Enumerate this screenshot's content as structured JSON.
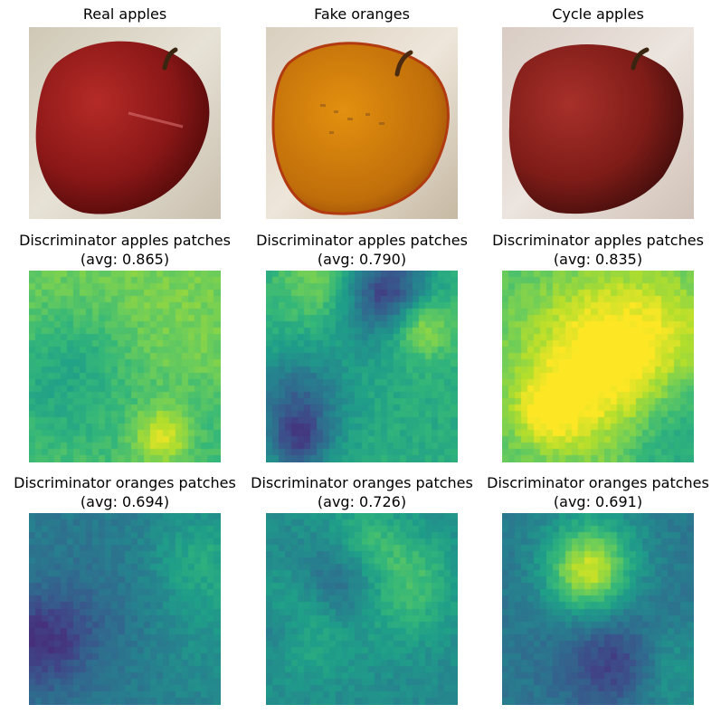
{
  "row1": {
    "real_title": "Real apples",
    "fake_title": "Fake oranges",
    "cycle_title": "Cycle apples"
  },
  "row2": [
    {
      "line1": "Discriminator apples patches",
      "line2": "(avg: 0.865)",
      "avg": 0.865
    },
    {
      "line1": "Discriminator apples patches",
      "line2": "(avg: 0.790)",
      "avg": 0.79
    },
    {
      "line1": "Discriminator apples patches",
      "line2": "(avg: 0.835)",
      "avg": 0.835
    }
  ],
  "row3": [
    {
      "line1": "Discriminator oranges patches",
      "line2": "(avg: 0.694)",
      "avg": 0.694
    },
    {
      "line1": "Discriminator oranges patches",
      "line2": "(avg: 0.726)",
      "avg": 0.726
    },
    {
      "line1": "Discriminator oranges patches",
      "line2": "(avg: 0.691)",
      "avg": 0.691
    }
  ],
  "colors": {
    "real_apple": "#8f1a1a",
    "fake_orange": "#c9780e",
    "cycle_apple": "#8a1f1c",
    "background": "#d9d4c4",
    "colormap": "viridis"
  }
}
